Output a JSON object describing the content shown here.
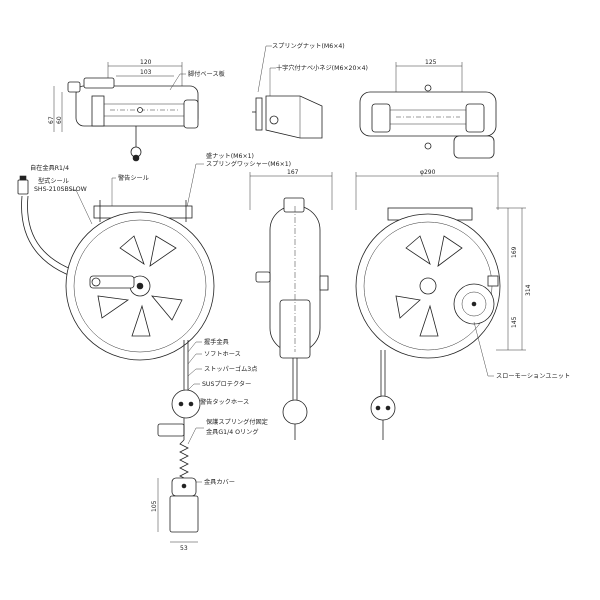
{
  "labels": {
    "spring_nut": "スプリングナット(M6×4)",
    "cross_pan_screw": "十字穴付ナベ小ネジ(M6×20×4)",
    "base_plate": "脚付ベース板",
    "flat_nut": "盛ナット(M6×1)",
    "spring_washer": "スプリングワッシャー(M6×1)",
    "fitting": "自在金具R1/4",
    "seal_type": "型式シール",
    "model": "SHS-210SBSLOW",
    "warning_seal": "警告シール",
    "hand_fitting": "握手金具",
    "soft_hose": "ソフトホース",
    "stopper_rubber": "ストッパーゴム3点",
    "sus_protector": "SUSプロテクター",
    "warning_tack_hose": "警告タックホース",
    "protective_spring": "保護スプリング付固定",
    "fitting_oring": "金具G1/4 Oリング",
    "fitting_cover": "金具カバー",
    "slow_motion_unit": "スローモーションユニット"
  },
  "dimensions": {
    "top_width": "120",
    "top_inner": "103",
    "top_h1": "67",
    "top_h2": "60",
    "right_top_width": "125",
    "side_depth": "167",
    "diameter": "φ290",
    "h_upper": "169",
    "h_total": "314",
    "h_lower": "145",
    "fitting_len": "105",
    "fitting_w": "53"
  }
}
